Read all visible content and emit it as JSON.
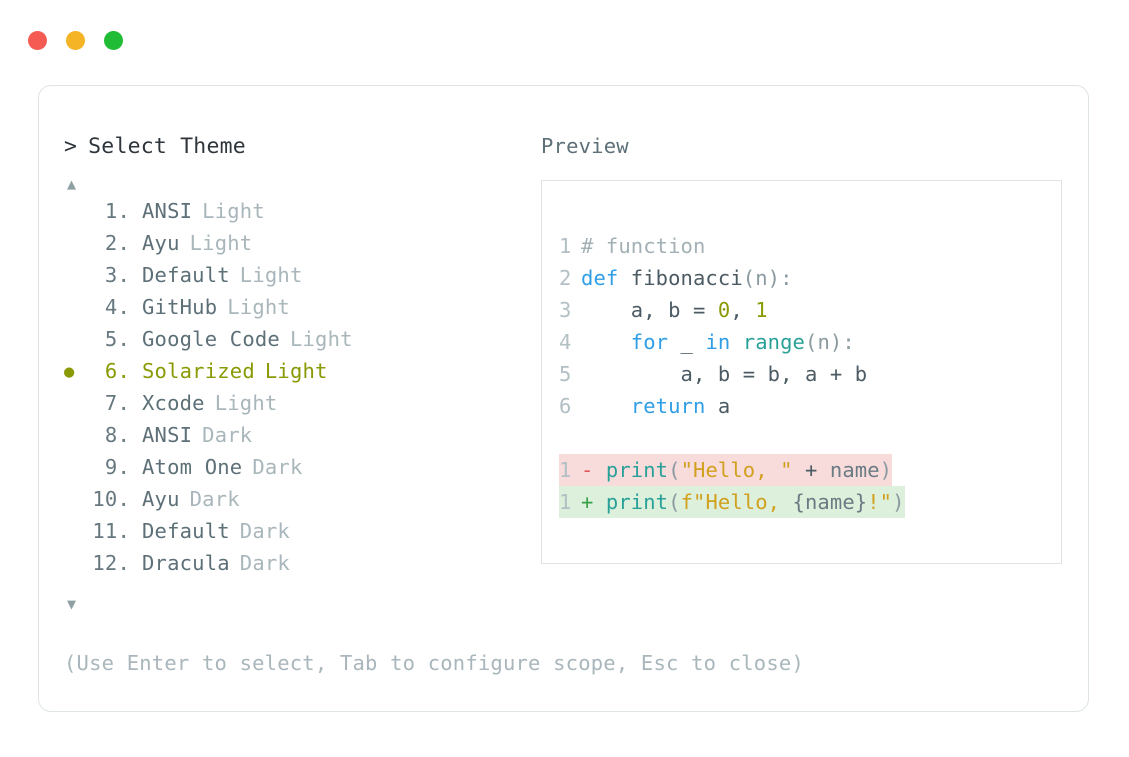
{
  "window": {
    "traffic_lights": [
      {
        "name": "close",
        "color": "#f55b52"
      },
      {
        "name": "minimize",
        "color": "#f5b426"
      },
      {
        "name": "maximize",
        "color": "#21bc35"
      }
    ]
  },
  "theme_picker": {
    "prompt_caret": ">",
    "prompt_label": "Select Theme",
    "scroll_up_glyph": "▲",
    "scroll_down_glyph": "▼",
    "selected_bullet_glyph": "●",
    "selected_index": 6,
    "selected_color": "#8a9a05",
    "items": [
      {
        "index": "1.",
        "name": "ANSI",
        "variant": "Light",
        "selected": false
      },
      {
        "index": "2.",
        "name": "Ayu",
        "variant": "Light",
        "selected": false
      },
      {
        "index": "3.",
        "name": "Default",
        "variant": "Light",
        "selected": false
      },
      {
        "index": "4.",
        "name": "GitHub",
        "variant": "Light",
        "selected": false
      },
      {
        "index": "5.",
        "name": "Google Code",
        "variant": "Light",
        "selected": false
      },
      {
        "index": "6.",
        "name": "Solarized",
        "variant": "Light",
        "selected": true
      },
      {
        "index": "7.",
        "name": "Xcode",
        "variant": "Light",
        "selected": false
      },
      {
        "index": "8.",
        "name": "ANSI",
        "variant": "Dark",
        "selected": false
      },
      {
        "index": "9.",
        "name": "Atom One",
        "variant": "Dark",
        "selected": false
      },
      {
        "index": "10.",
        "name": "Ayu",
        "variant": "Dark",
        "selected": false
      },
      {
        "index": "11.",
        "name": "Default",
        "variant": "Dark",
        "selected": false
      },
      {
        "index": "12.",
        "name": "Dracula",
        "variant": "Dark",
        "selected": false
      }
    ]
  },
  "preview": {
    "label": "Preview",
    "code_lines": [
      {
        "number": "1",
        "tokens": [
          {
            "t": "# function",
            "c": "tok-comment"
          }
        ]
      },
      {
        "number": "2",
        "tokens": [
          {
            "t": "def",
            "c": "tok-keyword"
          },
          {
            "t": " ",
            "c": "tok-plain"
          },
          {
            "t": "fibonacci",
            "c": "tok-func"
          },
          {
            "t": "(n):",
            "c": "tok-punct"
          }
        ]
      },
      {
        "number": "3",
        "tokens": [
          {
            "t": "    a, b = ",
            "c": "tok-plain"
          },
          {
            "t": "0",
            "c": "tok-number"
          },
          {
            "t": ", ",
            "c": "tok-plain"
          },
          {
            "t": "1",
            "c": "tok-number"
          }
        ]
      },
      {
        "number": "4",
        "tokens": [
          {
            "t": "    ",
            "c": "tok-plain"
          },
          {
            "t": "for",
            "c": "tok-keyword"
          },
          {
            "t": " _ ",
            "c": "tok-plain"
          },
          {
            "t": "in",
            "c": "tok-keyword"
          },
          {
            "t": " ",
            "c": "tok-plain"
          },
          {
            "t": "range",
            "c": "tok-builtin"
          },
          {
            "t": "(n):",
            "c": "tok-punct"
          }
        ]
      },
      {
        "number": "5",
        "tokens": [
          {
            "t": "        a, b = b, a + b",
            "c": "tok-plain"
          }
        ]
      },
      {
        "number": "6",
        "tokens": [
          {
            "t": "    ",
            "c": "tok-plain"
          },
          {
            "t": "return",
            "c": "tok-keyword"
          },
          {
            "t": " a",
            "c": "tok-plain"
          }
        ]
      }
    ],
    "diff_lines": [
      {
        "number": "1",
        "kind": "removed",
        "marker": "-",
        "tokens": [
          {
            "t": "print",
            "c": "tok-builtin"
          },
          {
            "t": "(",
            "c": "tok-punct"
          },
          {
            "t": "\"Hello, \"",
            "c": "tok-string"
          },
          {
            "t": " + ",
            "c": "tok-plain"
          },
          {
            "t": "name",
            "c": "tok-name"
          },
          {
            "t": ")",
            "c": "tok-punct"
          }
        ]
      },
      {
        "number": "1",
        "kind": "added",
        "marker": "+",
        "tokens": [
          {
            "t": "print",
            "c": "tok-builtin"
          },
          {
            "t": "(",
            "c": "tok-punct"
          },
          {
            "t": "f\"Hello, ",
            "c": "tok-string"
          },
          {
            "t": "{name}",
            "c": "tok-name"
          },
          {
            "t": "!\"",
            "c": "tok-string"
          },
          {
            "t": ")",
            "c": "tok-punct"
          }
        ]
      }
    ]
  },
  "footer": {
    "hint": "(Use Enter to select, Tab to configure scope, Esc to close)"
  }
}
